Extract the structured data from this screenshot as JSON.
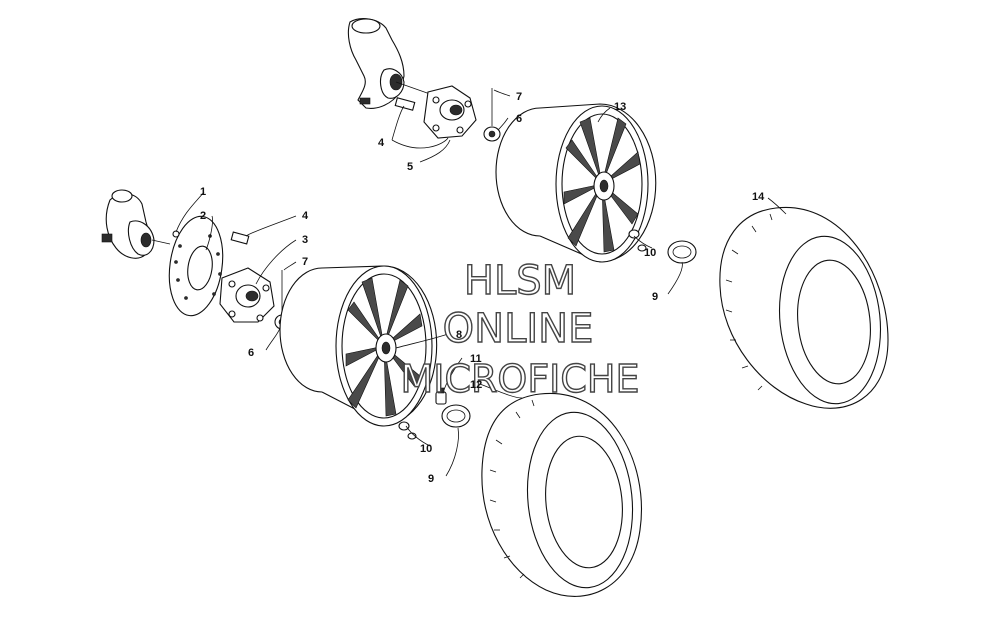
{
  "watermark": {
    "line1": "HLSM",
    "line2": "ONLINE",
    "line3": "MICROFICHE"
  },
  "callouts": [
    {
      "id": "c1",
      "number": "1"
    },
    {
      "id": "c2",
      "number": "2"
    },
    {
      "id": "c3",
      "number": "3"
    },
    {
      "id": "c4a",
      "number": "4"
    },
    {
      "id": "c4b",
      "number": "4"
    },
    {
      "id": "c5",
      "number": "5"
    },
    {
      "id": "c6a",
      "number": "6"
    },
    {
      "id": "c6b",
      "number": "6"
    },
    {
      "id": "c7a",
      "number": "7"
    },
    {
      "id": "c7b",
      "number": "7"
    },
    {
      "id": "c8",
      "number": "8"
    },
    {
      "id": "c9a",
      "number": "9"
    },
    {
      "id": "c9b",
      "number": "9"
    },
    {
      "id": "c10a",
      "number": "10"
    },
    {
      "id": "c10b",
      "number": "10"
    },
    {
      "id": "c11",
      "number": "11"
    },
    {
      "id": "c12",
      "number": "12"
    },
    {
      "id": "c13",
      "number": "13"
    },
    {
      "id": "c14",
      "number": "14"
    }
  ]
}
